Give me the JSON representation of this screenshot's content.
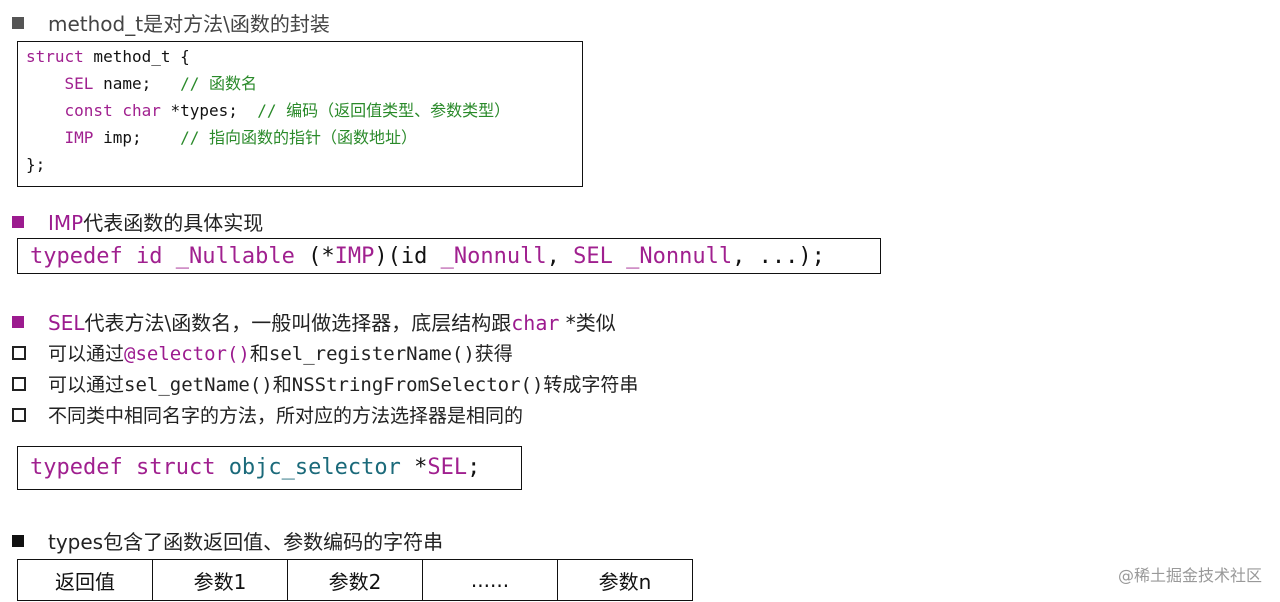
{
  "sections": {
    "method_t_heading": "method_t是对方法\\函数的封装",
    "imp_heading": {
      "prefix": "IMP",
      "rest": "代表函数的具体实现"
    },
    "sel_heading": {
      "prefix": "SEL",
      "middle": "代表方法\\函数名，一般叫做选择器，底层结构跟",
      "char_kw": "char",
      "suffix": " *类似"
    },
    "types_heading": {
      "prefix": "types",
      "rest": "包含了函数返回值、参数编码的字符串"
    }
  },
  "method_t_code": {
    "l1_kw": "struct",
    "l1_rest": " method_t {",
    "l2_type": "    SEL",
    "l2_name": " name;   ",
    "l2_comment": "// 函数名",
    "l3_type": "    const char",
    "l3_name": " *types;  ",
    "l3_comment": "// 编码（返回值类型、参数类型）",
    "l4_type": "    IMP",
    "l4_name": " imp;    ",
    "l4_comment": "// 指向函数的指针（函数地址）",
    "l5": "};"
  },
  "imp_typedef": {
    "t1": "typedef",
    "t2": " id ",
    "t3": "_Nullable",
    "t4": " (*",
    "t5": "IMP",
    "t6": ")(id ",
    "t7": "_Nonnull",
    "t8": ", ",
    "t9": "SEL",
    "t10": " ",
    "t11": "_Nonnull",
    "t12": ", ...);"
  },
  "sel_bullets": [
    {
      "a": "可以通过",
      "b": "@selector()",
      "c": "和",
      "d": "sel_registerName()",
      "e": "获得"
    },
    {
      "a": "可以通过",
      "b": "sel_getName()",
      "c": "和",
      "d": "NSStringFromSelector()",
      "e": "转成字符串"
    },
    {
      "a": "不同类中相同名字的方法，所对应的方法选择器是相同的"
    }
  ],
  "sel_typedef": {
    "t1": "typedef",
    "t2": " struct ",
    "t3": "objc_selector",
    "t4": " *",
    "t5": "SEL",
    "t6": ";"
  },
  "types_table": [
    "返回值",
    "参数1",
    "参数2",
    "......",
    "参数n"
  ],
  "watermark": "@稀土掘金技术社区",
  "colors": {
    "keyword": "#a0208f",
    "comment": "#2a8a2a",
    "type_cyan": "#1b6a7a",
    "bullet_purple": "#9c1b8f"
  }
}
